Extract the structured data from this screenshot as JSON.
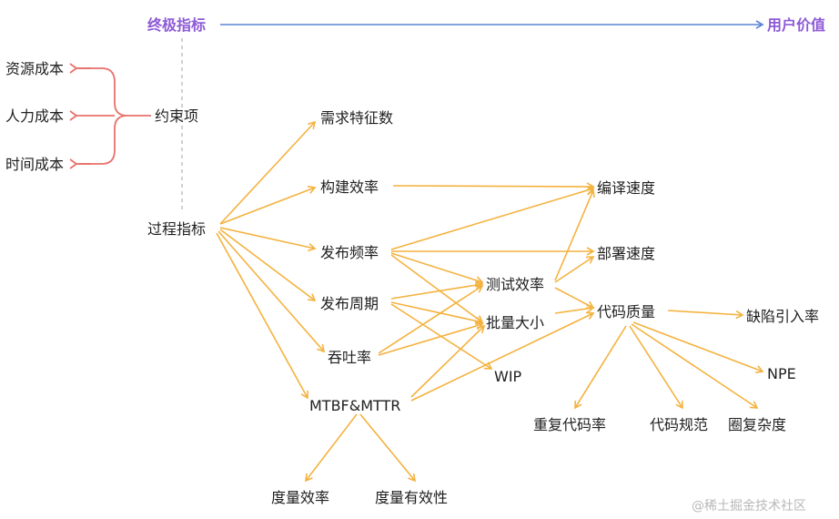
{
  "header": {
    "left": "终极指标",
    "right": "用户价值"
  },
  "costs": [
    "资源成本",
    "人力成本",
    "时间成本"
  ],
  "nodes": {
    "constraint": "约束项",
    "process": "过程指标",
    "demand": "需求特征数",
    "build": "构建效率",
    "release_freq": "发布频率",
    "release_cycle": "发布周期",
    "throughput": "吞吐率",
    "mtbf": "MTBF&MTTR",
    "compile_speed": "编译速度",
    "deploy_speed": "部署速度",
    "test_eff": "测试效率",
    "batch_size": "批量大小",
    "wip": "WIP",
    "code_quality": "代码质量",
    "defect_rate": "缺陷引入率",
    "npe": "NPE",
    "dup_rate": "重复代码率",
    "code_std": "代码规范",
    "complexity": "圈复杂度",
    "measure_eff": "度量效率",
    "measure_valid": "度量有效性"
  },
  "colors": {
    "arrow": "#f4b23f",
    "cost": "#e8706b",
    "axis": "#5b83d6",
    "header": "#8e5ad6"
  },
  "watermark": "@稀土掘金技术社区"
}
